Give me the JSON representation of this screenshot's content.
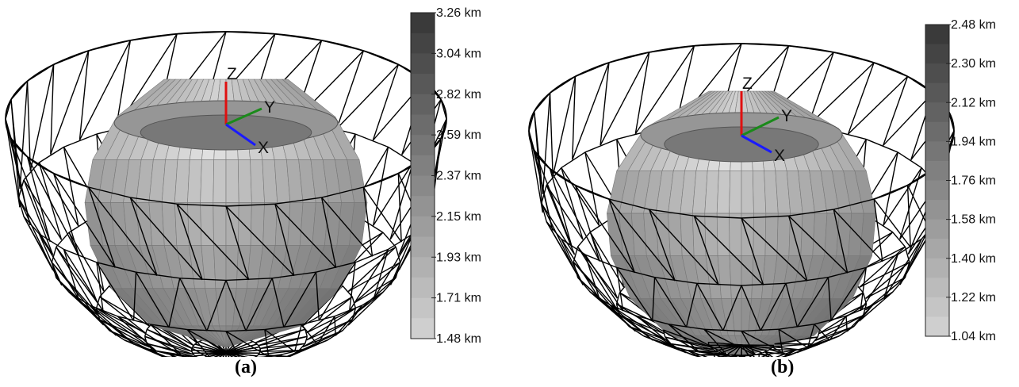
{
  "panels": [
    {
      "caption": "(a)",
      "axes": {
        "x": "X",
        "y": "Y",
        "z": "Z"
      },
      "colorbar": {
        "ticks": [
          "3.26 km",
          "3.04 km",
          "2.82 km",
          "2.59 km",
          "2.37 km",
          "2.15 km",
          "1.93 km",
          "1.71 km",
          "1.48 km"
        ]
      }
    },
    {
      "caption": "(b)",
      "axes": {
        "x": "X",
        "y": "Y",
        "z": "Z"
      },
      "colorbar": {
        "ticks": [
          "2.48 km",
          "2.30 km",
          "2.12 km",
          "1.94 km",
          "1.76 km",
          "1.58 km",
          "1.40 km",
          "1.22 km",
          "1.04 km"
        ]
      }
    }
  ],
  "colors": {
    "x_axis": "#1a1aff",
    "y_axis": "#1a8a1a",
    "z_axis": "#e01010",
    "wireframe": "#000000",
    "colorbar_top": "#3a3a3a",
    "colorbar_bottom": "#cfcfcf"
  }
}
